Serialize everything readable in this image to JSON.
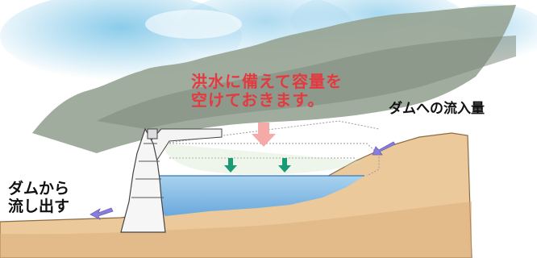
{
  "labels": {
    "flood_capacity_line1": "洪水に備えて容量を",
    "flood_capacity_line2": "空けておきます。",
    "inflow": "ダムへの流入量",
    "outflow_line1": "ダムから",
    "outflow_line2": "流し出す"
  },
  "colors": {
    "highlight_text": "#e53940",
    "label_text": "#111111",
    "down_arrow_pink": "#f5aaa8",
    "down_arrow_green": "#1c9a73",
    "flow_arrow": "#8a7fd8",
    "water": "#8fc0e4",
    "ground": "#e9c79a",
    "sky": "#7ec6e8",
    "forest": "#8f9c8c"
  },
  "icons": {
    "capacity_arrow": "down-arrow-icon",
    "water_level_arrows": "down-arrow-icon",
    "inflow_arrow": "diagonal-arrow-icon",
    "outflow_arrow": "left-arrow-icon"
  }
}
